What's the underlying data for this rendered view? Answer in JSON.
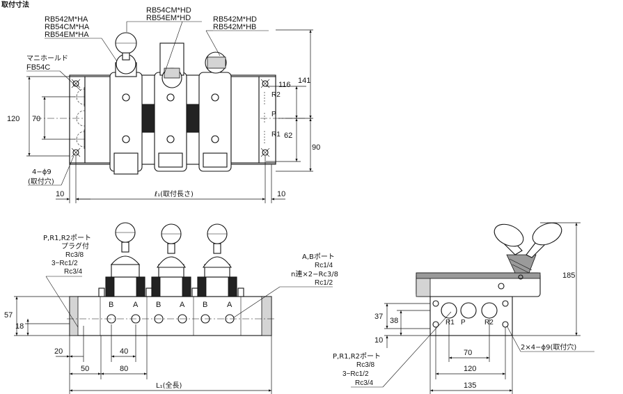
{
  "header": {
    "title_fragment": "取付寸法"
  },
  "top_view": {
    "labels": {
      "left_group": [
        "RB542M*HA",
        "RB54CM*HA",
        "RB54EM*HA"
      ],
      "mid_group": [
        "RB54CM*HD",
        "RB54EM*HD"
      ],
      "right_group": [
        "RB542M*HD",
        "RB542M*HB"
      ],
      "manifold_jp": "マニホールド",
      "manifold_code": "FB54C",
      "holes_line1": "4−ϕ9",
      "holes_line2": "(取付穴)",
      "port_r2": "R2",
      "port_p": "P",
      "port_r1": "R1"
    },
    "dims": {
      "d141": "141",
      "d116": "116",
      "d62": "62",
      "d90": "90",
      "d120": "120",
      "d70": "70",
      "d10_left": "10",
      "d10_right": "10",
      "l1": "ℓ₁(取付長さ)"
    }
  },
  "front_view": {
    "labels": {
      "ports_line1": "P,R1,R2ポート",
      "ports_line2": "プラグ付",
      "ports_line3": "Rc3/8",
      "ports_line4": "3−Rc1/2",
      "ports_line5": "Rc3/4",
      "ab_line1": "A,Bポート",
      "ab_line2": "Rc1/4",
      "ab_line3": "n連×2−Rc3/8",
      "ab_line4": "Rc1/2",
      "port_letters": [
        "B",
        "A",
        "B",
        "A",
        "B",
        "A"
      ]
    },
    "dims": {
      "d57": "57",
      "d18": "18",
      "d20": "20",
      "d50": "50",
      "d40": "40",
      "d80": "80",
      "l_total": "L₁(全長)"
    }
  },
  "side_view": {
    "labels": {
      "r1": "R1",
      "p": "P",
      "r2": "R2",
      "mount": "2×4−ϕ9(取付穴)",
      "ports_line1": "P,R1,R2ポート",
      "ports_line2": "Rc3/8",
      "ports_line3": "3−Rc1/2",
      "ports_line4": "Rc3/4"
    },
    "dims": {
      "d185": "185",
      "d37": "37",
      "d38": "38",
      "d10": "10",
      "d70": "70",
      "d120": "120",
      "d135": "135"
    }
  }
}
